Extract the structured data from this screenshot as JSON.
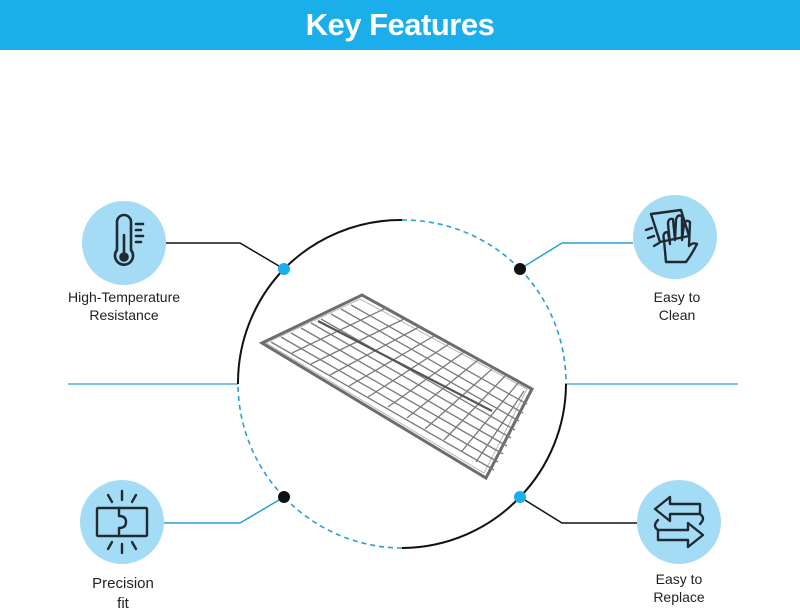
{
  "header": {
    "title": "Key Features"
  },
  "colors": {
    "accent": "#1aaeea",
    "icon_fill": "#a5dcf5",
    "line_dark": "#111111",
    "line_blue": "#2a9fd6"
  },
  "features": [
    {
      "icon": "thermometer-icon",
      "line1": "High-Temperature",
      "line2": "Resistance"
    },
    {
      "icon": "wipe-hand-icon",
      "line1": "Easy to",
      "line2": "Clean"
    },
    {
      "icon": "puzzle-fit-icon",
      "line1": "Precision",
      "line2": "fit"
    },
    {
      "icon": "swap-arrows-icon",
      "line1": "Easy to",
      "line2": "Replace"
    }
  ],
  "product": {
    "icon": "oven-rack-icon"
  }
}
